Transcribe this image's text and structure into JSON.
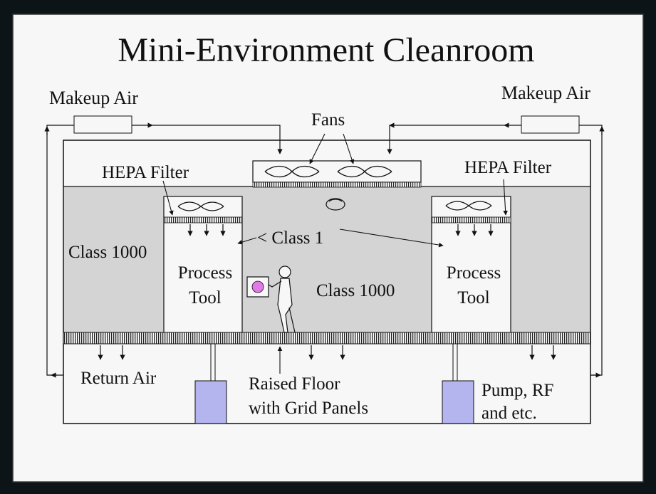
{
  "title": "Mini-Environment Cleanroom",
  "labels": {
    "makeup_air_left": "Makeup Air",
    "makeup_air_right": "Makeup Air",
    "fans": "Fans",
    "hepa_filter_left": "HEPA Filter",
    "hepa_filter_right": "HEPA Filter",
    "class1000_left": "Class 1000",
    "class1000_center": "Class 1000",
    "class1": "< Class 1",
    "process_tool_left_line1": "Process",
    "process_tool_left_line2": "Tool",
    "process_tool_right_line1": "Process",
    "process_tool_right_line2": "Tool",
    "return_air": "Return Air",
    "raised_floor_line1": "Raised Floor",
    "raised_floor_line2": "with Grid Panels",
    "pump_line1": "Pump, RF",
    "pump_line2": "and etc."
  },
  "colors": {
    "slide_bg": "#f7f7f7",
    "gray_zone": "#d4d4d4",
    "pump_box": "#b4b4ee",
    "wafer": "#e27ae6",
    "frame_dark": "#0d1418"
  }
}
